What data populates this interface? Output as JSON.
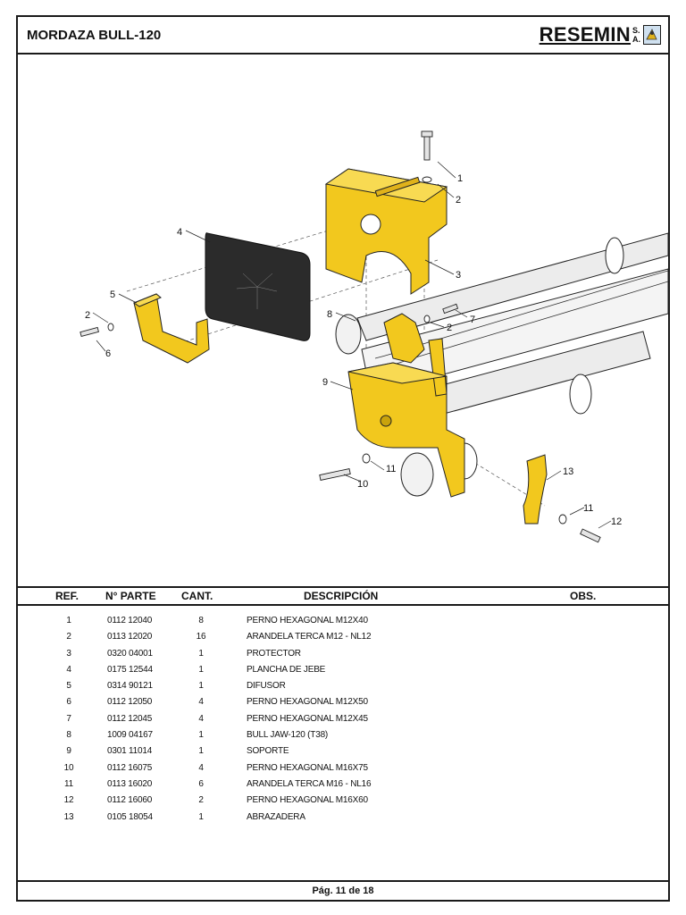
{
  "header": {
    "title": "MORDAZA BULL-120",
    "brand": "RESEMIN",
    "brand_suffix_1": "S.",
    "brand_suffix_2": "A."
  },
  "colors": {
    "part_yellow": "#f2c81e",
    "part_yellow_dark": "#c9a30c",
    "rubber": "#2b2b2b",
    "steel": "#e9e9e9"
  },
  "callouts": [
    "1",
    "2",
    "3",
    "4",
    "5",
    "2",
    "6",
    "8",
    "2",
    "7",
    "9",
    "11",
    "10",
    "13",
    "11",
    "12"
  ],
  "table": {
    "headers": {
      "ref": "REF.",
      "part": "N° PARTE",
      "qty": "CANT.",
      "desc": "DESCRIPCIÓN",
      "obs": "OBS."
    },
    "rows": [
      {
        "ref": "1",
        "part": "0112 12040",
        "qty": "8",
        "desc": "PERNO HEXAGONAL M12X40"
      },
      {
        "ref": "2",
        "part": "0113 12020",
        "qty": "16",
        "desc": "ARANDELA TERCA M12 - NL12"
      },
      {
        "ref": "3",
        "part": "0320 04001",
        "qty": "1",
        "desc": "PROTECTOR"
      },
      {
        "ref": "4",
        "part": "0175 12544",
        "qty": "1",
        "desc": "PLANCHA DE JEBE"
      },
      {
        "ref": "5",
        "part": "0314 90121",
        "qty": "1",
        "desc": "DIFUSOR"
      },
      {
        "ref": "6",
        "part": "0112 12050",
        "qty": "4",
        "desc": "PERNO HEXAGONAL M12X50"
      },
      {
        "ref": "7",
        "part": "0112 12045",
        "qty": "4",
        "desc": "PERNO HEXAGONAL M12X45"
      },
      {
        "ref": "8",
        "part": "1009 04167",
        "qty": "1",
        "desc": "BULL JAW-120 (T38)"
      },
      {
        "ref": "9",
        "part": "0301 11014",
        "qty": "1",
        "desc": "SOPORTE"
      },
      {
        "ref": "10",
        "part": "0112 16075",
        "qty": "4",
        "desc": "PERNO HEXAGONAL M16X75"
      },
      {
        "ref": "11",
        "part": "0113 16020",
        "qty": "6",
        "desc": "ARANDELA TERCA M16 - NL16"
      },
      {
        "ref": "12",
        "part": "0112 16060",
        "qty": "2",
        "desc": "PERNO HEXAGONAL M16X60"
      },
      {
        "ref": "13",
        "part": "0105 18054",
        "qty": "1",
        "desc": "ABRAZADERA"
      }
    ]
  },
  "footer": {
    "page": "Pág. 11 de 18"
  }
}
